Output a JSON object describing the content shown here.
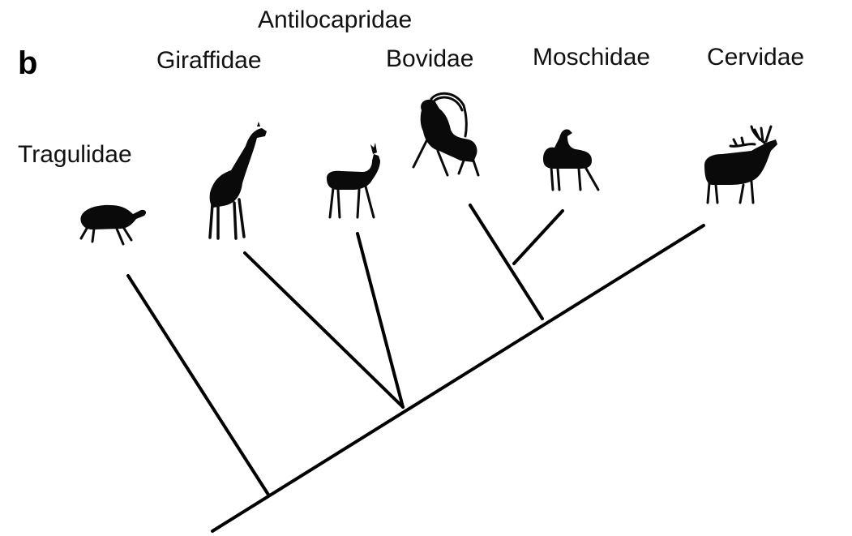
{
  "panel_label": "b",
  "taxa": [
    {
      "id": "tragulidae",
      "label": "Tragulidae",
      "silhouette": "chevrotain-icon"
    },
    {
      "id": "giraffidae",
      "label": "Giraffidae",
      "silhouette": "giraffe-icon"
    },
    {
      "id": "antilocapridae",
      "label": "Antilocapridae",
      "silhouette": "pronghorn-icon"
    },
    {
      "id": "bovidae",
      "label": "Bovidae",
      "silhouette": "ibex-icon"
    },
    {
      "id": "moschidae",
      "label": "Moschidae",
      "silhouette": "musk-deer-icon"
    },
    {
      "id": "cervidae",
      "label": "Cervidae",
      "silhouette": "elk-icon"
    }
  ],
  "colors": {
    "line": "#000000",
    "text": "#111111",
    "silhouette": "#0a0a0a"
  }
}
